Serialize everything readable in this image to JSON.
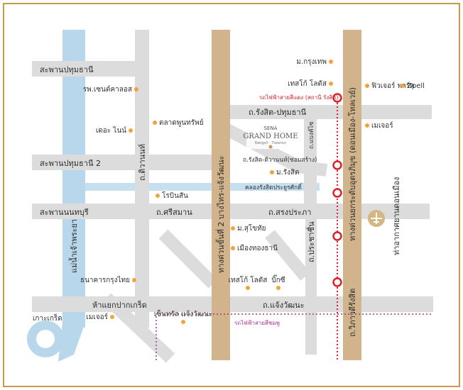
{
  "colors": {
    "frame": "#c59a4a",
    "river": "#b9d7ea",
    "road": "#dcdcdc",
    "expressway": "#d2b48c",
    "poi": "#f2a33a",
    "red_line": "#d8232a",
    "pink_line": "#b0308f",
    "airport": "#d4b683"
  },
  "roads": {
    "bridge_pathum": "สะพานปทุมธานี",
    "bridge_pathum2": "สะพานปทุมธานี 2",
    "bridge_nonthaburi": "สะพานนนทบุรี",
    "rangsit_pathum": "ถ.รังสิต-ปทุมธานี",
    "tiwanon": "ถ.ติวานนท์",
    "srisaman": "ถ.ศรีสมาน",
    "songprapa": "ถ.สรงประภา",
    "prachachuen": "ถ.ประชาชื่น",
    "chaengwattana": "ถ.แจ้งวัฒนะ",
    "pak_kret": "ห้าแยกปากเกร็ด",
    "vibhavadi": "ถ.วิภาวดีรังสิต",
    "bang_khen": "ถ.แบงค์ไซ",
    "rangsit_tiwanon": "ถ.รังสิต-ติวานนท์(ซ่อมสร้าง)",
    "canal": "คลองรังสิตประยูรศักดิ์",
    "expressway_west": "ทางด่วนขั้นที่ 2 บางไทร-แจ้งวัฒนะ",
    "expressway_east": "ทางด่วนยกระดับอุตรภิมุข (ดอนเมือง-โทลเวย์)",
    "river": "แม่น้ำเจ้าพระยา",
    "koh_kret": "เกาะเกร็ด"
  },
  "transit": {
    "red_line": "รถไฟฟ้าสายสีแดง (สถานี รังสิต)",
    "pink_line": "รถไฟฟ้าสายสีชมพู"
  },
  "airport": "ท่าอากาศยานดอนเมือง",
  "project": {
    "brand": "SENA",
    "name": "GRAND HOME",
    "sub": "Rangsit - Tiwanon"
  },
  "pois": [
    {
      "label": "รพ.เซนต์คาลอส"
    },
    {
      "label": "เดอะ ไนน์"
    },
    {
      "label": "ตลาดพูนทรัพย์"
    },
    {
      "label": "โรบินสัน"
    },
    {
      "label": "ธนาคารกรุงไทย"
    },
    {
      "label": "เมเจอร์"
    },
    {
      "label": "เซ็นทรัล แจ้งวัฒนะ"
    },
    {
      "label": "ม.กรุงเทพ"
    },
    {
      "label": "เทสโก้ โลตัส"
    },
    {
      "label": "ฟิวเจอร์ พาร์ค"
    },
    {
      "label": "Zpell"
    },
    {
      "label": "เมเจอร์"
    },
    {
      "label": "ม.รังสิต"
    },
    {
      "label": "ม.สุโขทัย"
    },
    {
      "label": "เมืองทองธานี"
    },
    {
      "label": "เทสโก้ โลตัส"
    },
    {
      "label": "บิ๊กซี"
    }
  ]
}
